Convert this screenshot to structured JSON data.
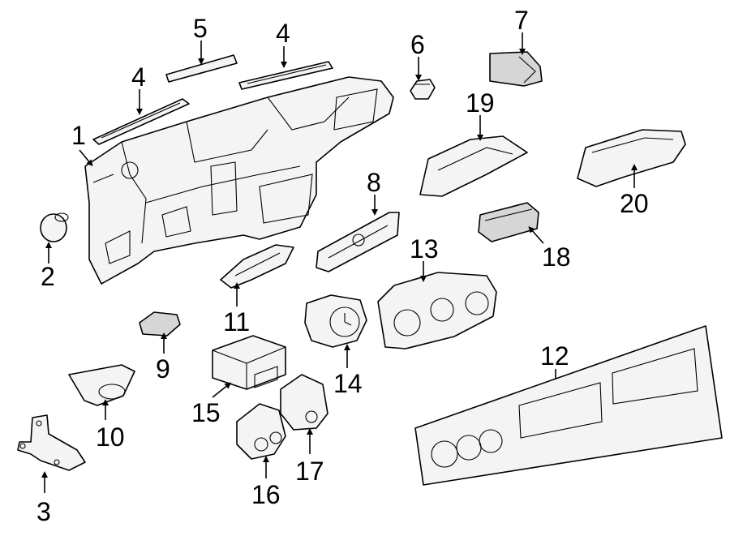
{
  "diagram": {
    "callouts": {
      "c1": "1",
      "c2": "2",
      "c3": "3",
      "c4a": "4",
      "c4b": "4",
      "c5": "5",
      "c6": "6",
      "c7": "7",
      "c8": "8",
      "c9": "9",
      "c10": "10",
      "c11": "11",
      "c12": "12",
      "c13": "13",
      "c14": "14",
      "c15": "15",
      "c16": "16",
      "c17": "17",
      "c18": "18",
      "c19": "19",
      "c20": "20"
    }
  }
}
